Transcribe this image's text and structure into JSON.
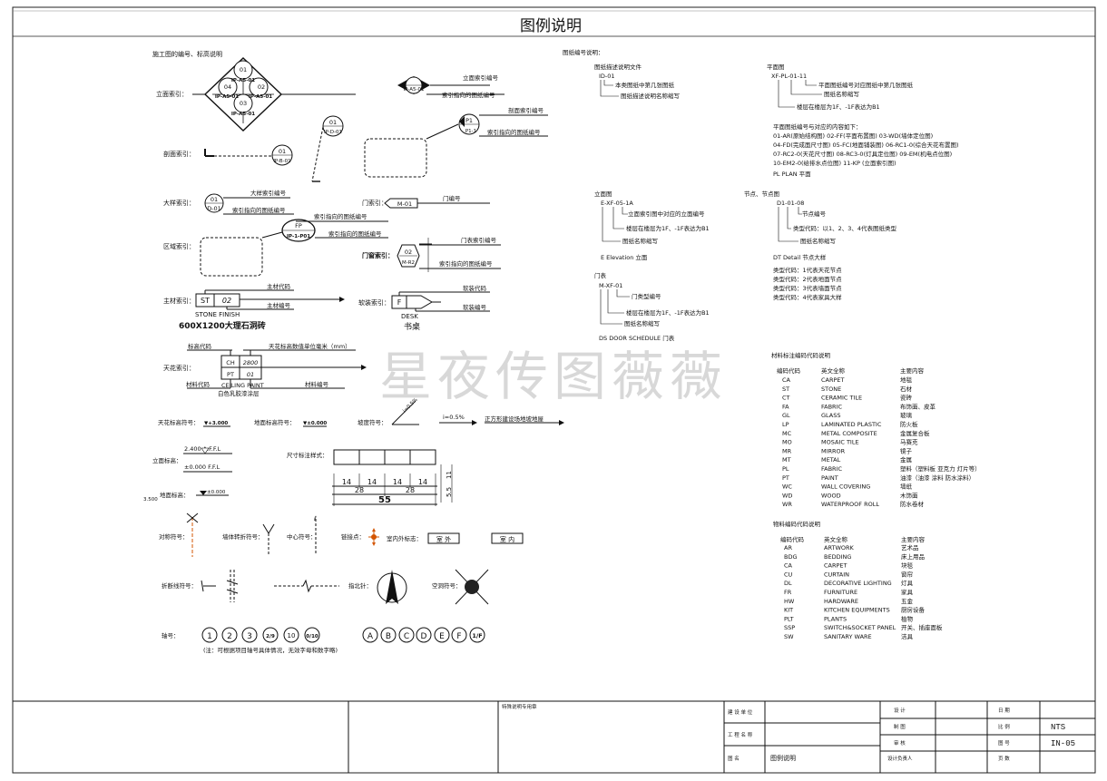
{
  "sheet": {
    "title": "图例说明",
    "watermark": "星夜传图薇薇"
  },
  "left": {
    "section_title": "施工图的编号、标高说明",
    "elev_index_label": "立面索引：",
    "section_index_label": "剖面索引：",
    "detail_index_label": "大样索引：",
    "area_index_label": "区域索引：",
    "material_index_label": "主材索引：",
    "furniture_label": "软装索引：",
    "ceiling_label": "天花索引：",
    "ceiling_elev_symbol_label": "天花标高符号：",
    "floor_elev_symbol_label": "地面标高符号：",
    "slope_label": "坡度符号：",
    "elevation_label": "立面标高：",
    "ground_elev_label": "地面标高：",
    "dim_label": "尺寸标注样式：",
    "symmetry_label": "对称符号：",
    "wall_turn_label": "墙体转折符号：",
    "center_label": "中心符号：",
    "connect_label": "链接点：",
    "in_out_label": "室内外标志：",
    "break_label": "折断线符号：",
    "north_label": "指北针：",
    "void_label": "空洞符号：",
    "axis_label": "轴号：",
    "axis_note": "(注：可根据项目轴号具体情况，无效字母和数字略)",
    "elev_circles": [
      "01",
      "04",
      "02",
      "03"
    ],
    "elev_tags": [
      "IP-A5-01",
      "IP-A5-01",
      "IP-A5-01",
      "IP-A5-01"
    ],
    "elev_single_tag": "IP-A5-01",
    "elev_single_note1": "立面索引编号",
    "elev_single_note2": "索引指向的图纸编号",
    "sec_circle1": "01",
    "sec_tag1": "IP-D-01",
    "sec_circle2": "01",
    "sec_tag2": "IP-B-01",
    "sec_note1": "剖面索引编号",
    "sec_note2": "索引指向的图纸编号",
    "sec_bubble": "P1",
    "sec_bubble_tag": "P1-1",
    "detail_top": "01",
    "detail_bot": "D-01",
    "detail_note1": "大样索引编号",
    "detail_note2": "索引指向的图纸编号",
    "area_note1": "索引指向的图纸编号",
    "area_note2": "索引指向的图纸编号",
    "area_oval_top": "FP",
    "area_oval_bot": "IP-1-P01",
    "door_label": "门索引：",
    "door_tag": "M-01",
    "door_note": "门编号",
    "window_label": "门窗索引：",
    "window_top": "02",
    "window_bot": "M-R2",
    "window_note1": "门表索引编号",
    "window_note2": "索引指向的图纸编号",
    "mat_code": "ST",
    "mat_num": "02",
    "mat_note1": "主材代码",
    "mat_note2": "主材编号",
    "mat_en": "STONE FINISH",
    "mat_cn": "600X1200大理石洞砖",
    "furn_code": "F",
    "furn_num": "",
    "furn_note1": "软装代码",
    "furn_note2": "软装编号",
    "furn_en": "DESK",
    "furn_cn": "书桌",
    "ceil_code_label": "标高代码",
    "ceil_height_note": "天花标高数值单位毫米（mm）",
    "ceil_box_tl": "CH",
    "ceil_box_tr": "2800",
    "ceil_box_bl": "PT",
    "ceil_box_br": "01",
    "ceil_mat_code": "材料代码",
    "ceil_mat_num": "材料编号",
    "ceil_en": "CEILING PAINT",
    "ceil_cn": "白色乳胶漆涂层",
    "ceil_elev_tag": "▼+3.000",
    "floor_elev_tag": "▼±0.000",
    "slope_value": "i=0.5%",
    "slope_note": "正方形建设场地坡地屋",
    "elev_val1": "2.400 A.F.F.L",
    "elev_val2": "±0.000 F.F.L",
    "ground_val": "±0.000",
    "ground_sub": "3.500",
    "dim_nums": [
      "14",
      "14",
      "14",
      "14"
    ],
    "dim_sub": [
      "28",
      "28"
    ],
    "dim_total": "55",
    "dim_side1": "11",
    "dim_side2": "5.5",
    "in_label": "室 外",
    "out_label": "室 内",
    "axis_nums": [
      "1",
      "2",
      "3",
      "2/9",
      "10",
      "0/10"
    ],
    "axis_letters": [
      "A",
      "B",
      "C",
      "D",
      "E",
      "F",
      "1/F"
    ]
  },
  "right": {
    "drawing_no_title": "图纸编号说明：",
    "ref_doc_title": "图纸描述说明文件",
    "ref_doc_code": "ID-01",
    "ref_doc_note1": "本类图纸中第几张图纸",
    "ref_doc_note2": "图纸描述说明名称缩写",
    "plan_title": "平面图",
    "plan_code": "XF-PL-01-11",
    "plan_note1": "平面图纸编号对应图纸中第几张图纸",
    "plan_note2": "图纸名称缩写",
    "plan_note3": "楼层在楼层为1F、-1F表达为B1",
    "plan_codes_title": "平面图纸编号与对应的内容如下：",
    "plan_codes": [
      "01-AR(原始结构图)    02-FF(平面布置图)    03-WD(墙体定位图)",
      "04-FD(完成面尺寸图)    05-FC(地面铺装图)    06-RC1-0(综合天花布置图)",
      "07-RC2-0(天花尺寸图)   08-RC3-0(灯具定位图)   09-EM(机电点位图)",
      "10-EM2-0(给排水点位图) 11-KP (立面索引图)",
      "PL    PLAN    平面"
    ],
    "elev_title": "立面图",
    "elev_code": "E-XF-05-1A",
    "elev_note1": "立面索引图中对应的立面编号",
    "elev_note2": "楼层在楼层为1F、-1F表达为B1",
    "elev_note3": "图纸名称缩写",
    "elev_abbr": "E     Elevation   立面",
    "detail_title": "节点、节点图",
    "detail_code": "D1-01-08",
    "detail_note1": "节点编号",
    "detail_note2": "类型代码：以1、2、3、4代表图纸类型",
    "detail_note3": "图纸名称缩写",
    "detail_abbr": "DT    Detail    节点大样",
    "detail_types": [
      "类型代码：1代表天花节点",
      "类型代码：2代表地面节点",
      "类型代码：3代表墙面节点",
      "类型代码：4代表家具大样"
    ],
    "door_title": "门表",
    "door_code": "M-XF-01",
    "door_note1": "门类型编号",
    "door_note2": "楼层在楼层为1F、-1F表达为B1",
    "door_note3": "图纸名称缩写",
    "door_abbr": "DS    DOOR SCHEDULE 门表",
    "material_title": "材料标注编码代码说明",
    "material_headers": [
      "编码代码",
      "英文全称",
      "主要内容"
    ],
    "material_rows": [
      [
        "CA",
        "CARPET",
        "地毯"
      ],
      [
        "ST",
        "STONE",
        "石材"
      ],
      [
        "CT",
        "CERAMIC TILE",
        "瓷砖"
      ],
      [
        "FA",
        "FABRIC",
        "布饰面、皮革"
      ],
      [
        "GL",
        "GLASS",
        "玻璃"
      ],
      [
        "LP",
        "LAMINATED PLASTIC",
        "防火板"
      ],
      [
        "MC",
        "METAL COMPOSITE",
        "金属复合板"
      ],
      [
        "MO",
        "MOSAIC TILE",
        "马赛克"
      ],
      [
        "MR",
        "MIRROR",
        "镜子"
      ],
      [
        "MT",
        "METAL",
        "金属"
      ],
      [
        "PL",
        "FABRIC",
        "塑料（塑料板 亚克力 灯片等）"
      ],
      [
        "PT",
        "PAINT",
        "油漆（油漆 涂料 防水涂料）"
      ],
      [
        "WC",
        "WALL COVERING",
        "墙纸"
      ],
      [
        "WD",
        "WOOD",
        "木饰面"
      ],
      [
        "WR",
        "WATERPROOF ROLL",
        "防水卷材"
      ]
    ],
    "item_title": "物料编码代码说明",
    "item_headers": [
      "编码代码",
      "英文全称",
      "主要内容"
    ],
    "item_rows": [
      [
        "AR",
        "ARTWORK",
        "艺术品"
      ],
      [
        "BDG",
        "BEDDING",
        "床上用品"
      ],
      [
        "CA",
        "CARPET",
        "块毯"
      ],
      [
        "CU",
        "CURTAIN",
        "窗帘"
      ],
      [
        "DL",
        "DECORATIVE LIGHTING",
        "灯具"
      ],
      [
        "FR",
        "FURNITURE",
        "家具"
      ],
      [
        "HW",
        "HARDWARE",
        "五金"
      ],
      [
        "KIT",
        "KITCHEN EQUIPMENTS",
        "厨房设备"
      ],
      [
        "PLT",
        "PLANTS",
        "植物"
      ],
      [
        "SSP",
        "SWITCH&SOCKET PANEL",
        "开关、插座面板"
      ],
      [
        "SW",
        "SANITARY WARE",
        "洁具"
      ]
    ]
  },
  "titleblock": {
    "special_note": "特殊说明专用章",
    "client_label": "建 设 单 位",
    "project_label": "工 程 名 称",
    "drawing_label": "图    名",
    "drawing_value": "图例说明",
    "design_label": "设    计",
    "draw_label": "制    图",
    "check_label": "审    核",
    "lead_label": "设计负责人",
    "date_label": "日    期",
    "scale_label": "比    例",
    "scale_value": "NTS",
    "no_label": "图    号",
    "no_value": "IN-05",
    "page_label": "页    数"
  }
}
